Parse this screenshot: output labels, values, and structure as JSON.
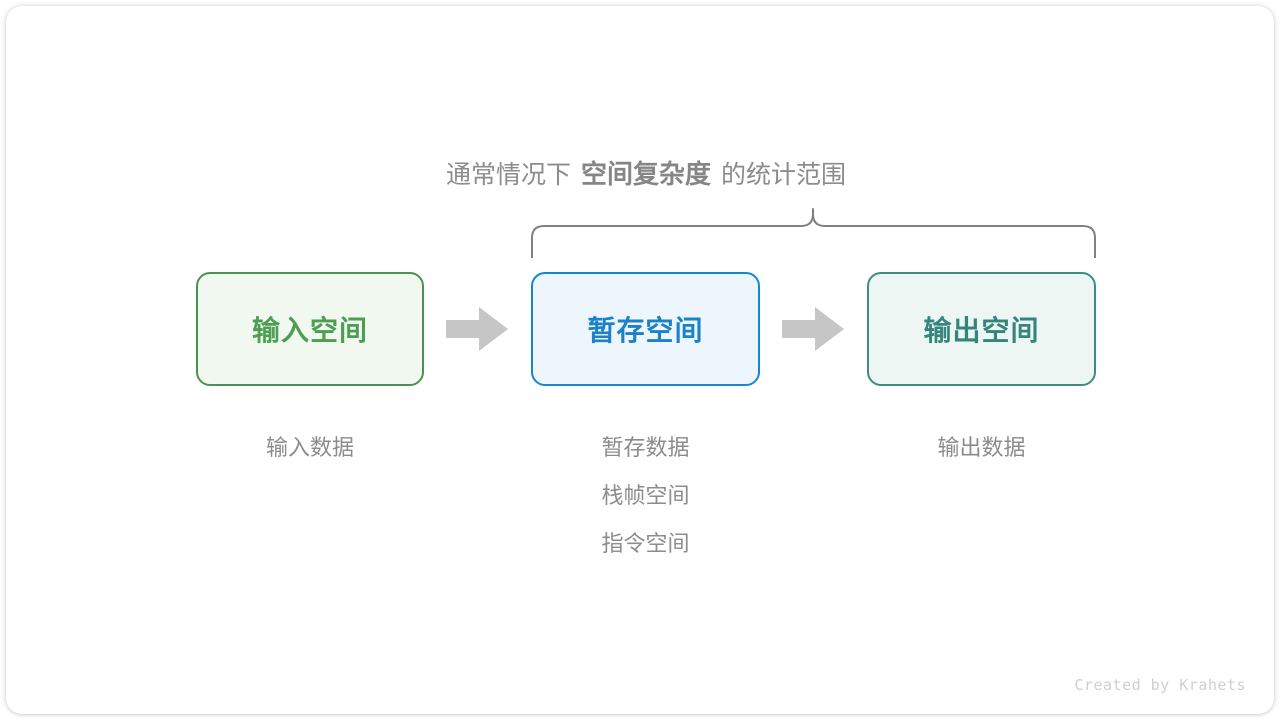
{
  "diagram": {
    "caption": {
      "prefix": "通常情况下",
      "emphasis": "空间复杂度",
      "suffix": "的统计范围"
    },
    "brace": {
      "label": "scope-brace",
      "color": "#808080",
      "spans": [
        "暂存空间",
        "输出空间"
      ]
    },
    "stages": [
      {
        "id": "input",
        "title": "输入空间",
        "border_color": "#4d9152",
        "fill_color": "#f1f8f0",
        "text_color": "#4b9e52",
        "items": [
          "输入数据"
        ]
      },
      {
        "id": "temp",
        "title": "暂存空间",
        "border_color": "#1785d0",
        "fill_color": "#edf6fd",
        "text_color": "#1b81c9",
        "items": [
          "暂存数据",
          "栈帧空间",
          "指令空间"
        ]
      },
      {
        "id": "output",
        "title": "输出空间",
        "border_color": "#3b8d84",
        "fill_color": "#eef6f4",
        "text_color": "#34857c",
        "items": [
          "输出数据"
        ]
      }
    ],
    "arrows": [
      {
        "id": "arrow-input-to-temp",
        "color": "#c6c6c6"
      },
      {
        "id": "arrow-temp-to-output",
        "color": "#c6c6c6"
      }
    ],
    "watermark": "Created by Krahets"
  }
}
